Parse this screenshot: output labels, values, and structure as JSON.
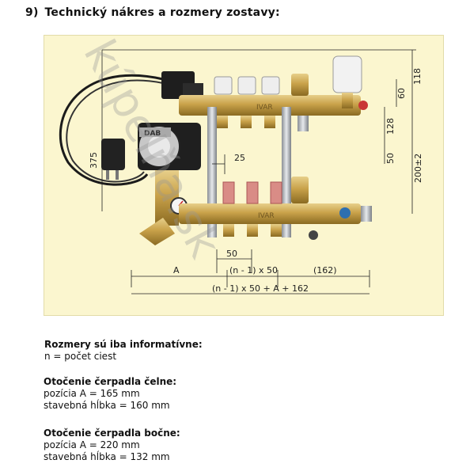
{
  "heading": {
    "number": "9)",
    "text": "Technický nákres a rozmery zostavy:"
  },
  "diagram": {
    "dim_375": "375",
    "dim_118": "118",
    "dim_60": "60",
    "dim_128": "128",
    "dim_50v": "50",
    "dim_200": "200±2",
    "dim_25": "25",
    "dim_50h": "50",
    "dim_n1x50": "(n - 1) x 50",
    "dim_162": "(162)",
    "dim_A": "A",
    "dim_total": "(n - 1) x 50 + A + 162",
    "pump_brand": "DAB",
    "manifold_label": "IVAR"
  },
  "notes": [
    {
      "title": "Rozmery sú iba informatívne:",
      "lines": [
        "n = počet ciest"
      ]
    },
    {
      "title": "Otočenie čerpadla čelne:",
      "lines": [
        "pozícia A = 165 mm",
        "stavebná hĺbka = 160 mm"
      ]
    },
    {
      "title": "Otočenie čerpadla bočne:",
      "lines": [
        "pozícia A = 220 mm",
        "stavebná hĺbka = 132 mm"
      ]
    }
  ],
  "watermark": {
    "text": "kúpelňa.sk"
  }
}
